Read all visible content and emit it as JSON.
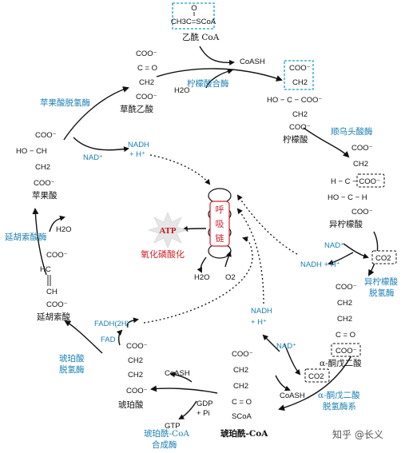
{
  "molecules": {
    "acetyl_coa": {
      "formula": "CH3C=SCoA",
      "o": "O",
      "label": "乙酰 CoA"
    },
    "oxaloacetate": {
      "l1": "COO⁻",
      "l2": "C = O",
      "l3": "CH2",
      "l4": "COO⁻",
      "label": "草酰乙酸"
    },
    "citrate": {
      "l1": "COO⁻",
      "l2": "CH2",
      "l3": "HO − C − COO⁻",
      "l4": "CH2",
      "l5": "COO⁻",
      "label": "柠檬酸"
    },
    "isocitrate": {
      "l1": "COO⁻",
      "l2": "CH2",
      "l3": "H − C − COO⁻",
      "l4": "HO − C − H",
      "l5": "COO⁻",
      "label": "异柠檬酸"
    },
    "alpha_kg": {
      "l1": "COO⁻",
      "l2": "CH2",
      "l3": "CH2",
      "l4": "C = O",
      "l5": "COO⁻",
      "label": "α-酮戊二酸"
    },
    "succinyl_coa": {
      "l1": "COO⁻",
      "l2": "CH2",
      "l3": "CH2",
      "l4": "C = O",
      "l5": "SCoA",
      "label": "琥珀酰-CoA"
    },
    "succinate": {
      "l1": "COO⁻",
      "l2": "CH2",
      "l3": "CH2",
      "l4": "COO⁻",
      "label": "琥珀酸"
    },
    "fumarate": {
      "l1": "COO⁻",
      "l2": "HC",
      "l3": "CH",
      "l4": "COO⁻",
      "label": "延胡索酸"
    },
    "malate": {
      "l1": "COO⁻",
      "l2": "HO − CH",
      "l3": "CH2",
      "l4": "COO⁻",
      "label": "苹果酸"
    }
  },
  "enzymes": {
    "citrate_synthase": "柠檬酸合酶",
    "aconitase": "顺乌头酸酶",
    "idh_1": "异柠檬酸",
    "idh_2": "脱氢酶",
    "akgdh_1": "α-酮戊二酸",
    "akgdh_2": "脱氢酶系",
    "scs_1": "琥珀酰-CoA",
    "scs_2": "合成酶",
    "sdh_1": "琥珀酸",
    "sdh_2": "脱氢酶",
    "fumarase": "延胡索酸酶",
    "mdh": "苹果酸脱氢酶"
  },
  "cofactors": {
    "coash_1": "CoASH",
    "h2o_1": "H2O",
    "co2_1": "CO2",
    "nad_1": "NAD⁺",
    "nadh_1": "NADH + H⁺",
    "co2_2": "CO2",
    "nad_2": "NAD⁺",
    "nadh_2a": "NADH",
    "nadh_2b": "+ H⁺",
    "coash_2": "CoASH",
    "gdp_1": "GDP",
    "gdp_2": "+ Pi",
    "gtp": "GTP",
    "coash_3": "CoASH",
    "fad": "FAD",
    "fadh": "FADH(2H)",
    "h2o_2": "H2O",
    "nad_3": "NAD⁺",
    "nadh_3a": "NADH",
    "nadh_3b": "+ H⁺"
  },
  "center": {
    "chain_chars": [
      "呼",
      "吸",
      "链"
    ],
    "atp": "ATP",
    "ox_phos": "氧化磷酸化",
    "h2o": "H2O",
    "o2": "O2"
  },
  "watermark": "知乎 @长义",
  "colors": {
    "enzyme": "#1a7fb4",
    "box": "#1a9ed0",
    "red": "#d0202a"
  }
}
